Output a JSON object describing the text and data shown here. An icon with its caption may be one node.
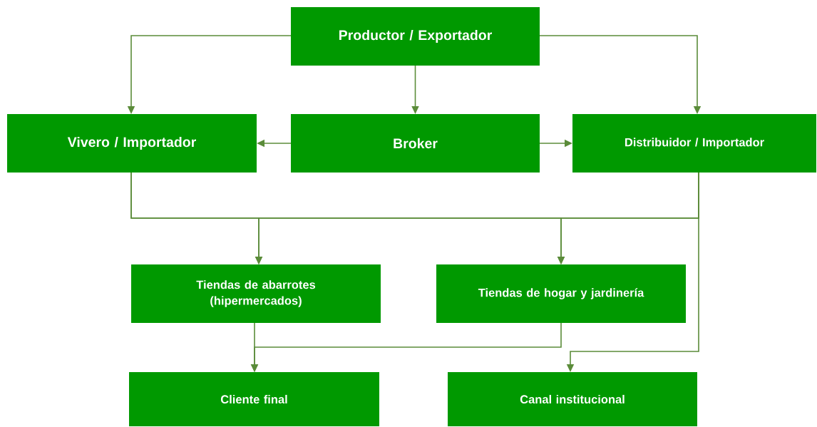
{
  "diagram": {
    "nodes": [
      {
        "text": [
          "Productor / Exportador"
        ]
      },
      {
        "text": [
          "Vivero / Importador"
        ]
      },
      {
        "text": [
          "Broker"
        ]
      },
      {
        "text": [
          "Distribuidor / Importador"
        ]
      },
      {
        "text": [
          "Tiendas de abarrotes (hipermercados)"
        ]
      },
      {
        "text": [
          "Tiendas de hogar y jardinería"
        ]
      },
      {
        "text": [
          "Cliente final"
        ]
      },
      {
        "text": [
          "Canal institucional"
        ]
      }
    ],
    "edges": [
      {
        "from": 0,
        "to": 1,
        "arrow": "to"
      },
      {
        "from": 0,
        "to": 2,
        "arrow": "to"
      },
      {
        "from": 0,
        "to": 3,
        "arrow": "to"
      },
      {
        "from": 2,
        "to": 1,
        "arrow": "to"
      },
      {
        "from": 2,
        "to": 3,
        "arrow": "to"
      },
      {
        "from": 1,
        "to": 4,
        "arrow": "to"
      },
      {
        "from": 1,
        "to": 5,
        "arrow": "to"
      },
      {
        "from": 3,
        "to": 4,
        "arrow": "to"
      },
      {
        "from": 3,
        "to": 5,
        "arrow": "to"
      },
      {
        "from": 3,
        "to": 7,
        "arrow": "to"
      },
      {
        "from": 4,
        "to": 6,
        "arrow": "to"
      },
      {
        "from": 5,
        "to": 6,
        "arrow": "to"
      }
    ]
  }
}
